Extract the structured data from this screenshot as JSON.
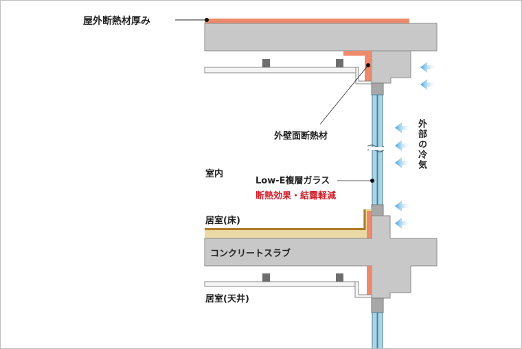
{
  "labels": {
    "outer_insulation_thickness": "屋外断熱材厚み",
    "wall_insulation": "外壁面断熱材",
    "indoor": "室内",
    "glass": "Low-E複層ガラス",
    "glass_effect": "断熱効果・結露軽減",
    "room_floor": "居室(床)",
    "slab": "コンクリートスラブ",
    "room_ceiling": "居室(天井)",
    "outside_cold": "外部の冷気"
  },
  "colors": {
    "concrete": "#c8c8c8",
    "insulation": "#ee8a6c",
    "glass": "#a9d6e6",
    "floor": "#ead9a4",
    "floor_top": "#b07a2a",
    "arrow": "#4aa8e0",
    "accent_red": "#d0202a"
  }
}
